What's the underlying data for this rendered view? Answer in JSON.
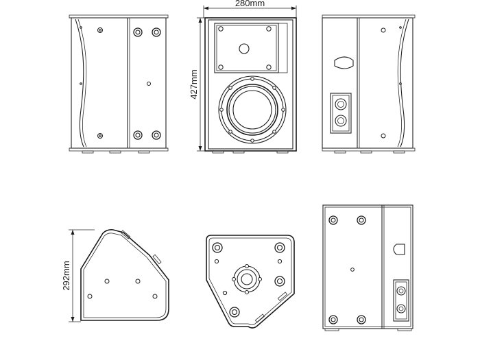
{
  "dimensions": {
    "width_label": "280mm",
    "height_label": "427mm",
    "depth_label": "292mm"
  }
}
